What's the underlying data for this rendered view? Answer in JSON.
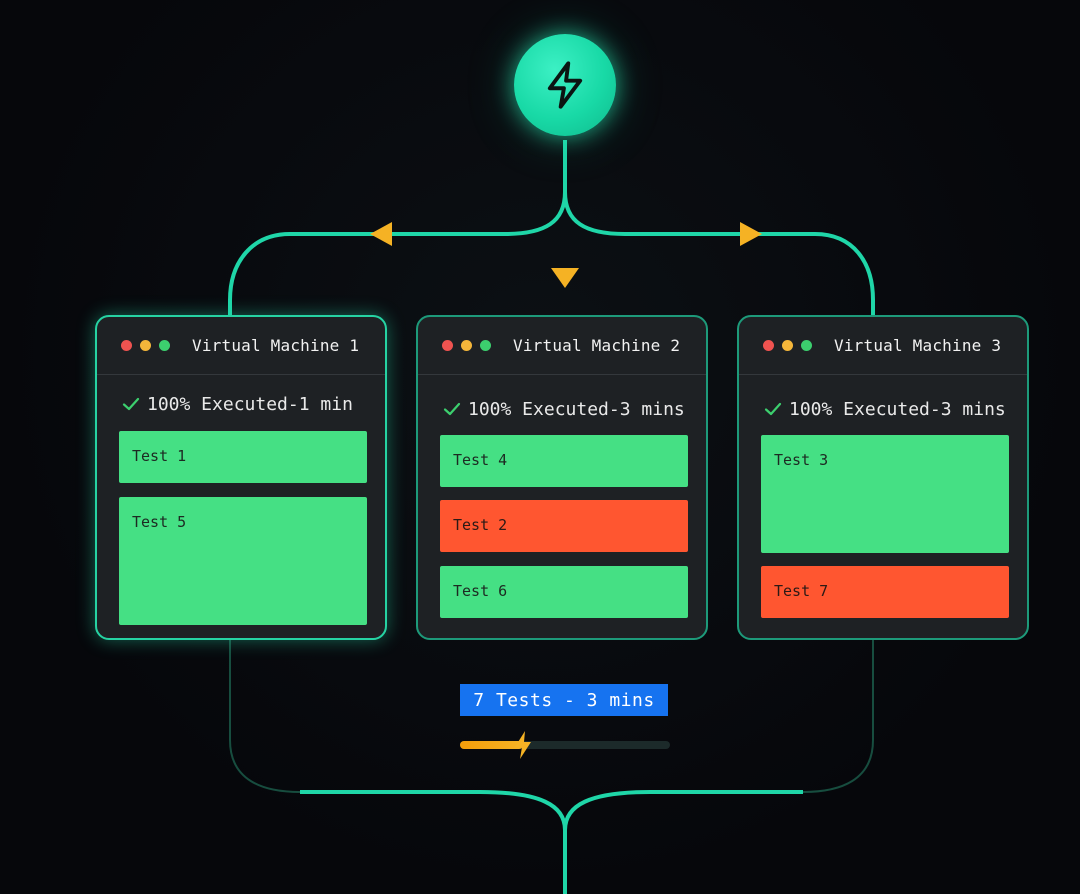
{
  "summary": {
    "label": "7 Tests - 3 mins",
    "progress_fraction": 0.3
  },
  "colors": {
    "line": "#1fd6a8",
    "arrow": "#f5b224",
    "pass": "#45e084",
    "fail": "#ff5630",
    "badge": "#1673f0"
  },
  "icons": {
    "hub": "lightning-bolt-icon",
    "status": "check-icon"
  },
  "machines": [
    {
      "title": "Virtual Machine 1",
      "status": "100% Executed-1 min",
      "tests": [
        {
          "label": "Test 1",
          "result": "pass"
        },
        {
          "label": "Test 5",
          "result": "pass"
        }
      ]
    },
    {
      "title": "Virtual Machine 2",
      "status": "100% Executed-3 mins",
      "tests": [
        {
          "label": "Test 4",
          "result": "pass"
        },
        {
          "label": "Test 2",
          "result": "fail"
        },
        {
          "label": "Test 6",
          "result": "pass"
        }
      ]
    },
    {
      "title": "Virtual Machine 3",
      "status": "100% Executed-3 mins",
      "tests": [
        {
          "label": "Test 3",
          "result": "pass"
        },
        {
          "label": "Test 7",
          "result": "fail"
        }
      ]
    }
  ]
}
